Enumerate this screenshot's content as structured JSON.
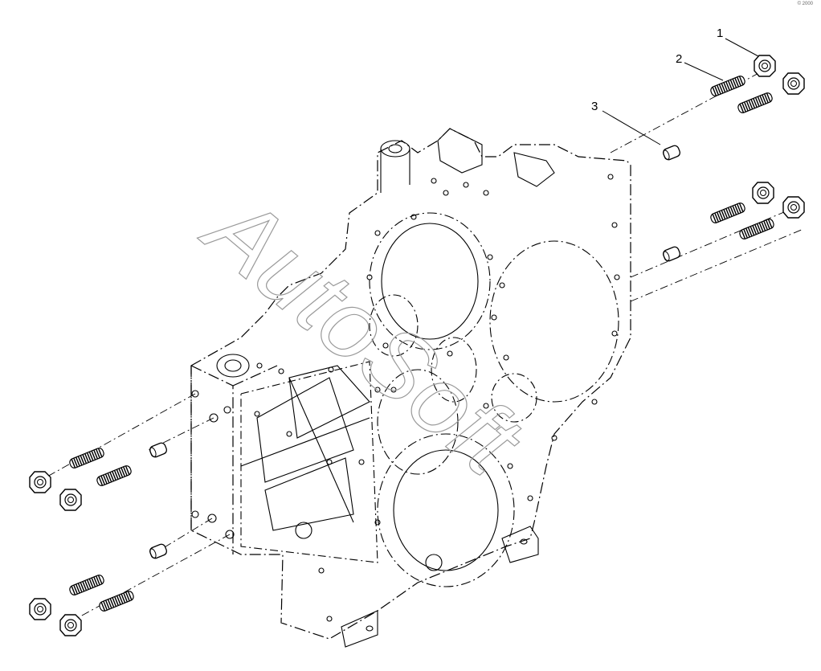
{
  "watermark": {
    "text": "AutoSoft"
  },
  "corner_mark": "© 2000",
  "callouts": [
    {
      "number": "1",
      "part": "nut"
    },
    {
      "number": "2",
      "part": "stud"
    },
    {
      "number": "3",
      "part": "dowel-pin"
    }
  ],
  "colors": {
    "line": "#000000",
    "watermark": "#9a9a9a",
    "background": "#ffffff"
  }
}
